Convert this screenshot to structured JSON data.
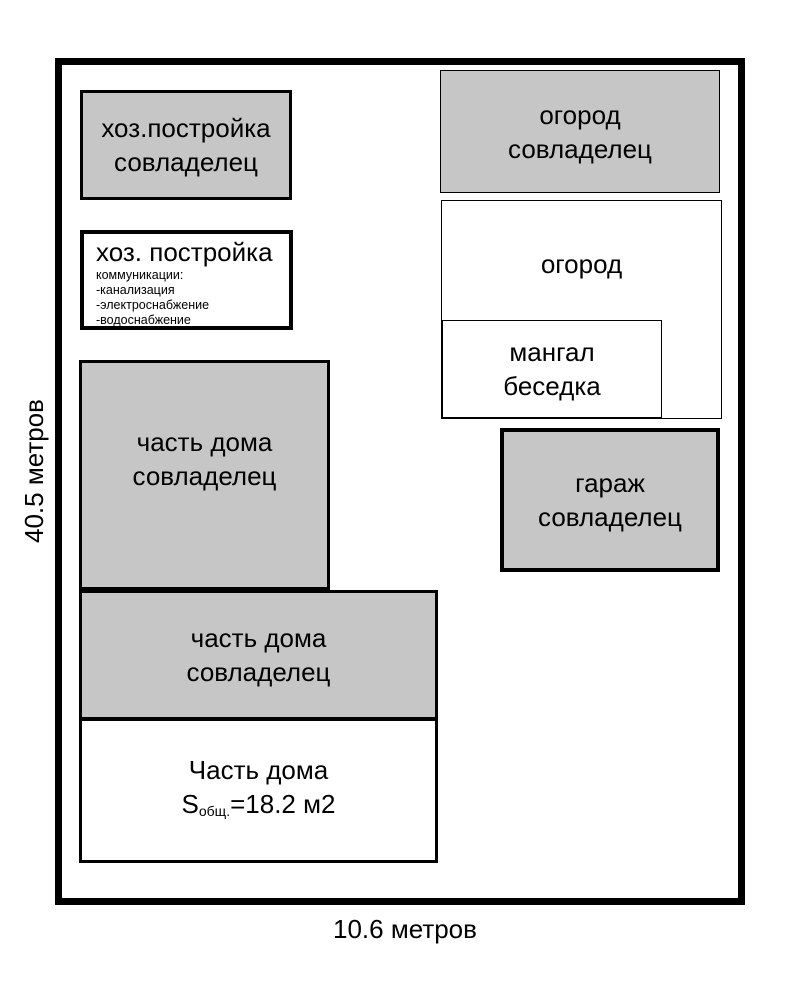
{
  "plot": {
    "height_label": "40.5 метров",
    "width_label": "10.6 метров"
  },
  "colors": {
    "building_fill": "#c6c6c6",
    "outline": "#000000",
    "background": "#ffffff"
  },
  "buildings": {
    "outbuilding_coowner": {
      "line1": "хоз.постройка",
      "line2": "совладелец"
    },
    "outbuilding_main": {
      "title": "хоз. постройка",
      "lines": [
        "коммуникации:",
        "-канализация",
        "-электроснабжение",
        "-водоснабжение"
      ]
    },
    "house_part_coowner_upper": {
      "line1": "часть дома",
      "line2": "совладелец"
    },
    "house_part_coowner_lower": {
      "line1": "часть дома",
      "line2": "совладелец"
    },
    "house_part_main": {
      "line1": "Часть дома",
      "s_prefix": "S",
      "s_sub": "общ.",
      "s_rest": "=18.2 м2"
    },
    "garden_coowner": {
      "line1": "огород",
      "line2": "совладелец"
    },
    "garden_main": {
      "label": "огород"
    },
    "gazebo": {
      "line1": "мангал",
      "line2": "беседка"
    },
    "garage_coowner": {
      "line1": "гараж",
      "line2": "совладелец"
    }
  }
}
